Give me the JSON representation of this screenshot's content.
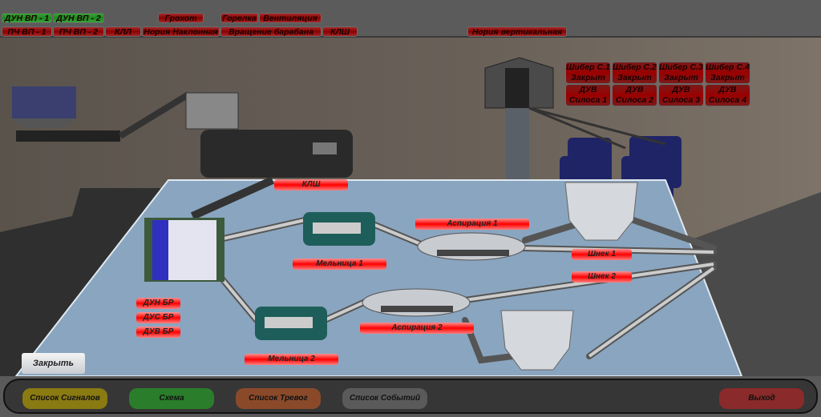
{
  "top_tags": {
    "dun_vp1": "ДУН ВП - 1",
    "dun_vp2": "ДУН ВП - 2",
    "grokhot": "Грохот",
    "gorelka": "Горелка",
    "ventilyatsiya": "Вентиляция",
    "pch_vp1": "ПЧ ВП - 1",
    "pch_vp2": "ПЧ ВП - 2",
    "kll": "КЛЛ",
    "noriya_naklonnaya": "Нория Наклонная",
    "vrashchenie": "Вращение барабана",
    "klsh": "КЛШ",
    "noriya_vertikalnaya": "Нория вертикальная"
  },
  "silos": [
    {
      "shiber": "Шибер С.1",
      "state": "Закрыт",
      "duv": "ДУВ",
      "name": "Силоса 1"
    },
    {
      "shiber": "Шибер С.2",
      "state": "Закрыт",
      "duv": "ДУВ",
      "name": "Силоса 2"
    },
    {
      "shiber": "Шибер С.3",
      "state": "Закрыт",
      "duv": "ДУВ",
      "name": "Силоса 3"
    },
    {
      "shiber": "Шибер С.4",
      "state": "Закрыт",
      "duv": "ДУВ",
      "name": "Силоса 4"
    }
  ],
  "scheme": {
    "klsh": "КЛШ",
    "aspiratsiya1": "Аспирация 1",
    "shnek1": "Шнек 1",
    "shnek2": "Шнек 2",
    "melnitsa1": "Мельница 1",
    "aspiratsiya2": "Аспирация 2",
    "melnitsa2": "Мельница 2",
    "dun_br": "ДУН БР",
    "dus_br": "ДУС БР",
    "duv_br": "ДУВ БР"
  },
  "close_label": "Закрыть",
  "nav": {
    "signals": "Список Сигналов",
    "scheme": "Схема",
    "alarms": "Список Тревог",
    "events": "Список Событий",
    "exit": "Выход"
  }
}
